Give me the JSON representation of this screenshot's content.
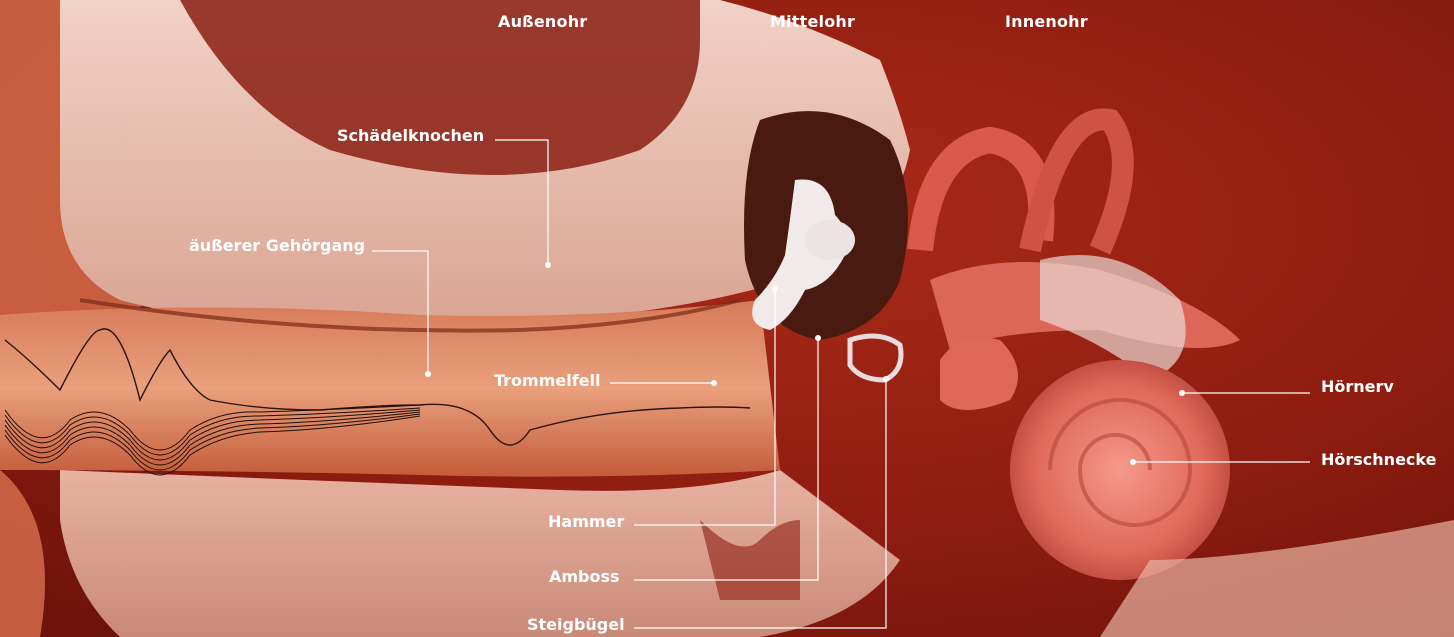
{
  "regions": {
    "outer": "Außenohr",
    "middle": "Mittelohr",
    "inner": "Innenohr"
  },
  "labels": {
    "skull_bone": "Schädelknochen",
    "ear_canal": "äußerer Gehörgang",
    "eardrum": "Trommelfell",
    "hammer": "Hammer",
    "anvil": "Amboss",
    "stirrup": "Steigbügel",
    "auditory_nerve": "Hörnerv",
    "cochlea": "Hörschnecke"
  },
  "colors": {
    "background": "#8e1c10",
    "bone": "#e9c2b4",
    "tissue": "#c8462e",
    "ossicle": "#f4eeee",
    "cochlea": "#e56a5c",
    "text": "#ffffff"
  }
}
